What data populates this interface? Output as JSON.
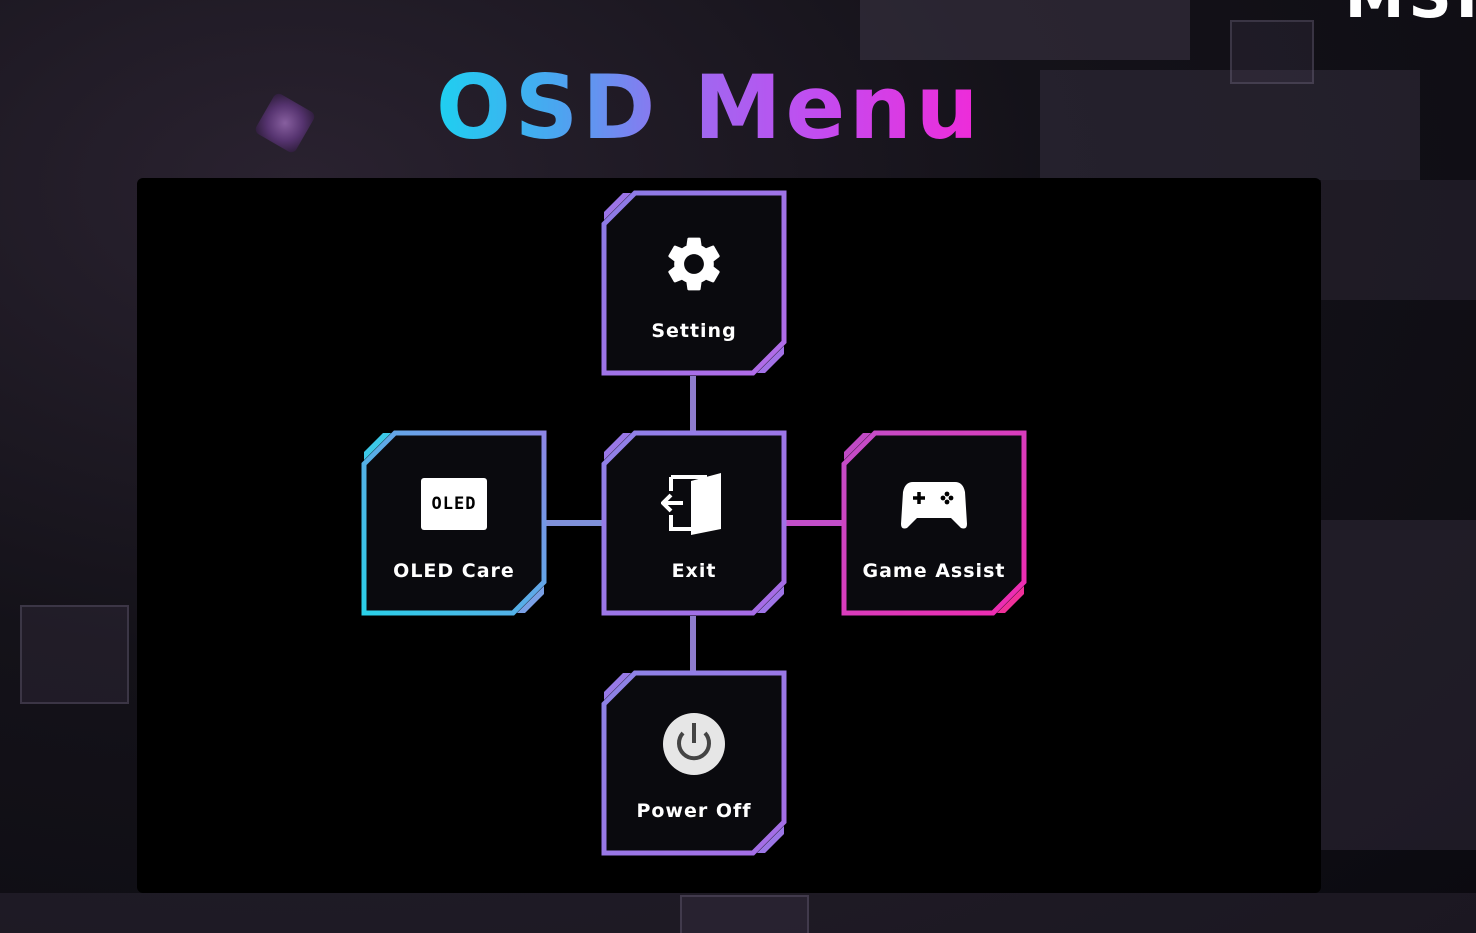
{
  "title": {
    "part1": "OSD",
    "part2": "Menu"
  },
  "corner_text": "MSI",
  "menu": {
    "center": {
      "label": "Exit",
      "icon": "exit-door-icon"
    },
    "top": {
      "label": "Setting",
      "icon": "gear-icon"
    },
    "left": {
      "label": "OLED Care",
      "icon": "oled-icon",
      "icon_text": "OLED"
    },
    "right": {
      "label": "Game Assist",
      "icon": "gamepad-icon"
    },
    "bottom": {
      "label": "Power Off",
      "icon": "power-icon"
    }
  },
  "colors": {
    "cyan": "#2ad0e8",
    "violet": "#9a6cf0",
    "magenta": "#f02ad8",
    "panel": "#000000",
    "connector": "#8e7ccc"
  }
}
